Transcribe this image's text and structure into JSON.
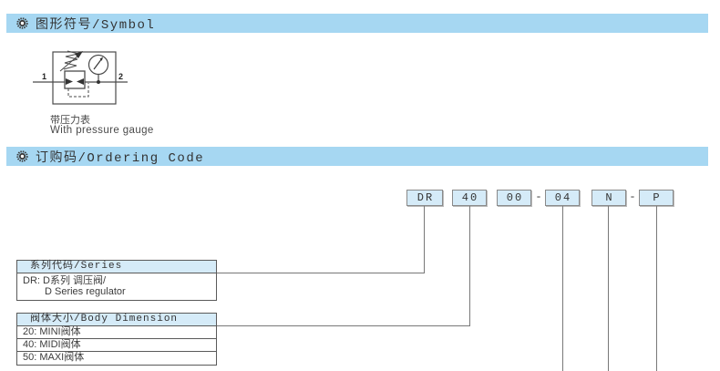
{
  "colors": {
    "header_bar_bg": "#a6d7f2",
    "code_box_bg": "#d5ebf8",
    "line": "#787878",
    "text": "#3c3c3c"
  },
  "sections": {
    "symbol": {
      "title": "图形符号/Symbol",
      "icon": "gear-icon"
    },
    "ordering": {
      "title": "订购码/Ordering Code",
      "icon": "gear-icon"
    }
  },
  "symbol_figure": {
    "port_left": "1",
    "port_right": "2",
    "caption_cn": "带压力表",
    "caption_en": "With pressure gauge"
  },
  "ordering_code": {
    "codes": [
      "DR",
      "40",
      "00",
      "04",
      "N",
      "P"
    ],
    "separator": "-"
  },
  "series_table": {
    "header": "系列代码/Series",
    "row_line1": "DR:  D系列 调压阀/",
    "row_line2": "D Series regulator"
  },
  "body_table": {
    "header": "阀体大小/Body Dimension",
    "rows": [
      "20:  MINI阀体",
      "40:  MIDI阀体",
      "50:  MAXI阀体"
    ]
  }
}
